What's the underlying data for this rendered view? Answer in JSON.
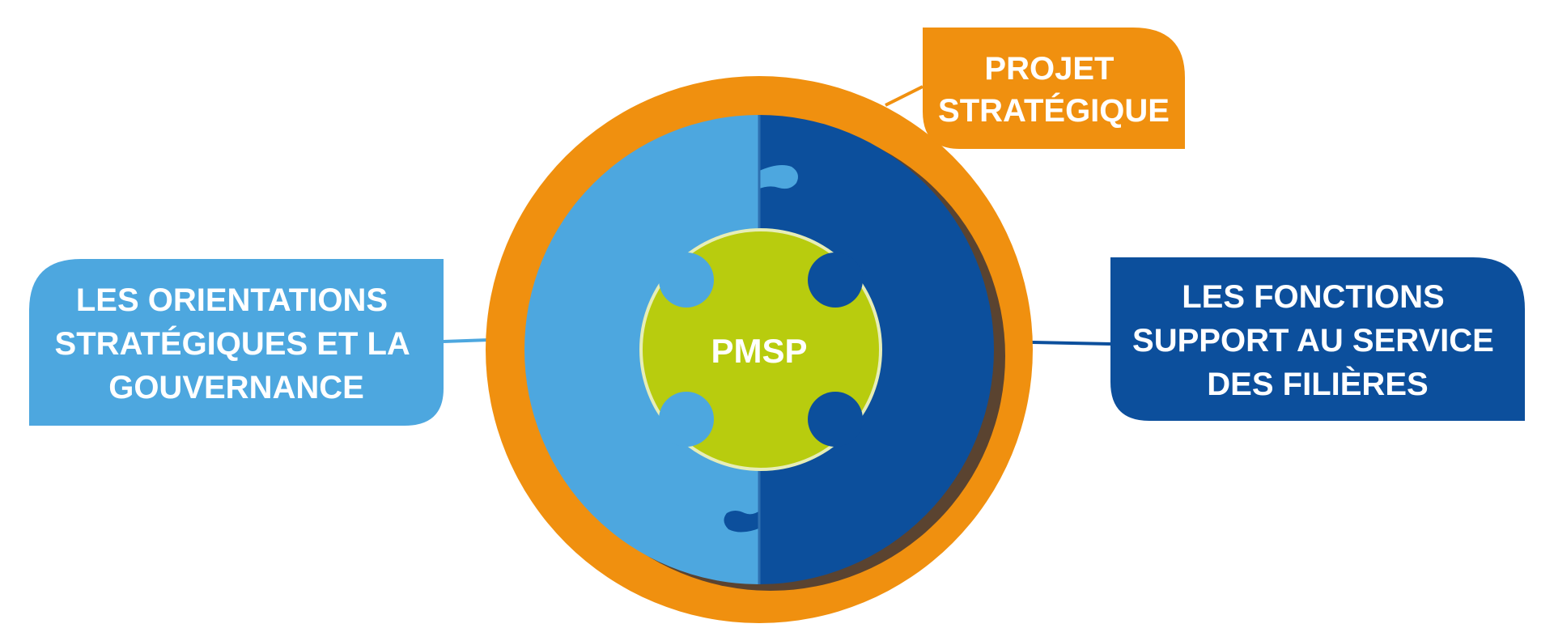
{
  "diagram": {
    "center_label": "PMSP",
    "callouts": {
      "left": {
        "lines": [
          "LES ORIENTATIONS",
          "STRATÉGIQUES ET LA",
          "GOUVERNANCE"
        ]
      },
      "top_right": {
        "lines": [
          "PROJET",
          "STRATÉGIQUE"
        ]
      },
      "right": {
        "lines": [
          "LES FONCTIONS",
          "SUPPORT AU SERVICE",
          "DES FILIÈRES"
        ]
      }
    },
    "colors": {
      "orange_ring": "#F0900F",
      "light_blue": "#4DA7DF",
      "dark_blue": "#0C4F9C",
      "lime_center": "#B8CC0E",
      "shadow": "#5A4330",
      "text": "#FFFFFF"
    }
  }
}
